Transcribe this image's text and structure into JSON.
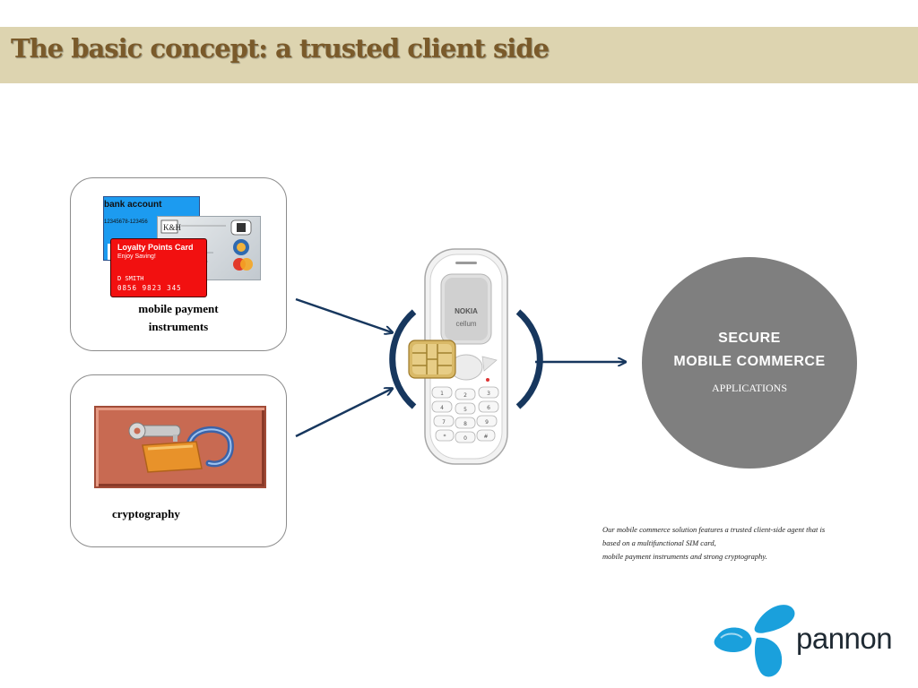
{
  "slide": {
    "title": "The basic concept: a trusted client side"
  },
  "payment_box": {
    "label_line1": "mobile payment",
    "label_line2": "instruments",
    "bank_card_title": "bank account",
    "bank_card_number": "12345678-123456",
    "loyalty_card_title": "Loyalty Points Card",
    "loyalty_card_subtitle": "Enjoy Saving!",
    "loyalty_card_holder": "D SMITH",
    "loyalty_card_number": "0856 9823 345"
  },
  "crypto_box": {
    "label": "cryptography",
    "icon": "padlock-key-icon"
  },
  "phone": {
    "brand": "NOKIA",
    "operator": "cellum",
    "chip_icon": "sim-chip-icon"
  },
  "result": {
    "line1": "SECURE",
    "line2": "MOBILE COMMERCE",
    "line3": "APPLICATIONS"
  },
  "caption": {
    "line1": "Our mobile commerce solution features a trusted client-side agent that is",
    "line2": "based on a multifunctional SIM card,",
    "line3": "mobile payment instruments and strong cryptography."
  },
  "logo": {
    "text": "pannon",
    "icon": "pannon-logo-icon"
  },
  "colors": {
    "title_bar": "#ddd4b0",
    "title_text": "#7a5a2a",
    "arrow": "#17375e",
    "circle": "#7f7f7f",
    "logo_blue": "#1aa0dc"
  }
}
